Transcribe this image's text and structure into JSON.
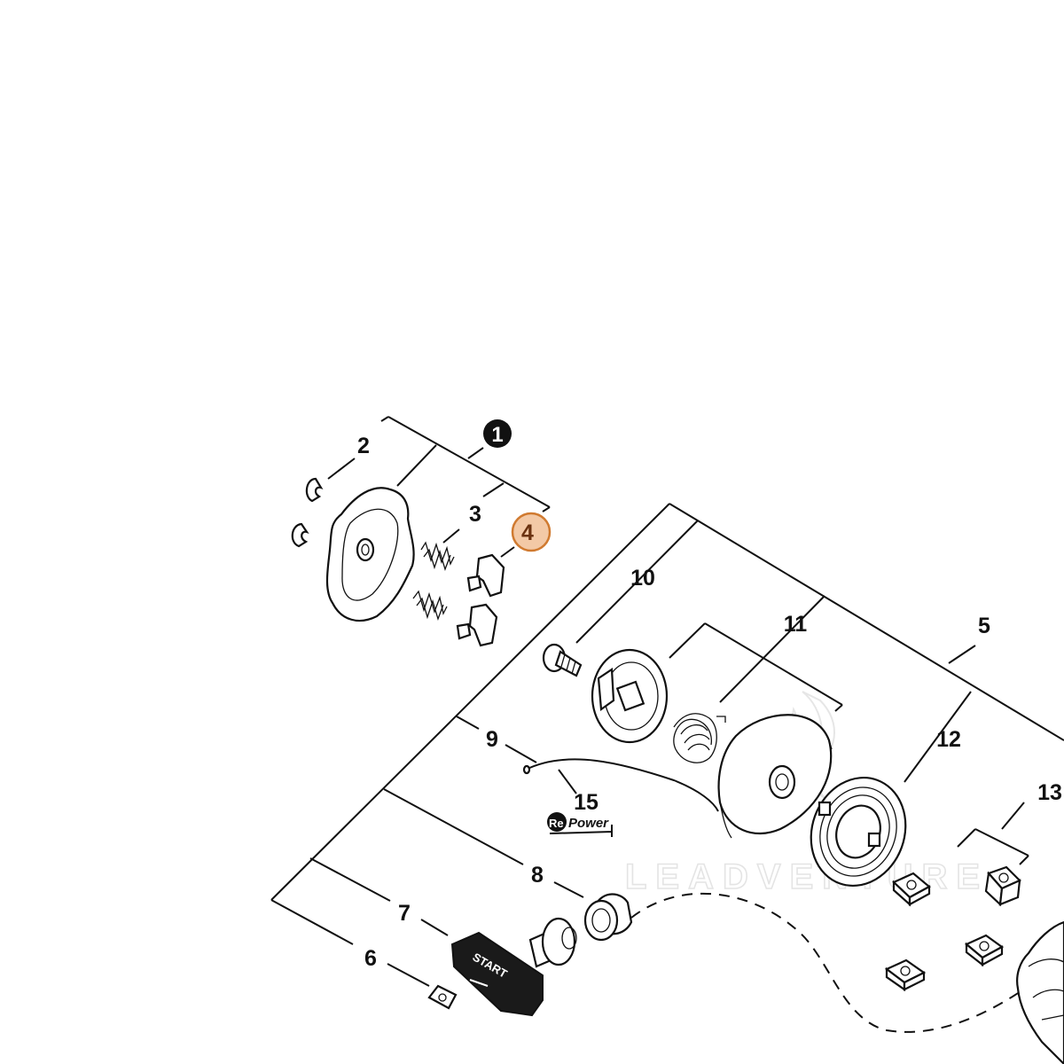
{
  "diagram": {
    "watermark": "LEADVENTURE",
    "brand_tag": {
      "prefix": "Re",
      "text": "Power"
    },
    "handle_text": "START",
    "assembly_label": "1",
    "highlight_color": "#f3c9a6",
    "highlight_stroke": "#d07a30",
    "part_labels": {
      "p2": "2",
      "p3": "3",
      "p4": "4",
      "p5": "5",
      "p6": "6",
      "p7": "7",
      "p8": "8",
      "p9": "9",
      "p10": "10",
      "p11": "11",
      "p12": "12",
      "p13": "13",
      "p15": "15"
    }
  }
}
